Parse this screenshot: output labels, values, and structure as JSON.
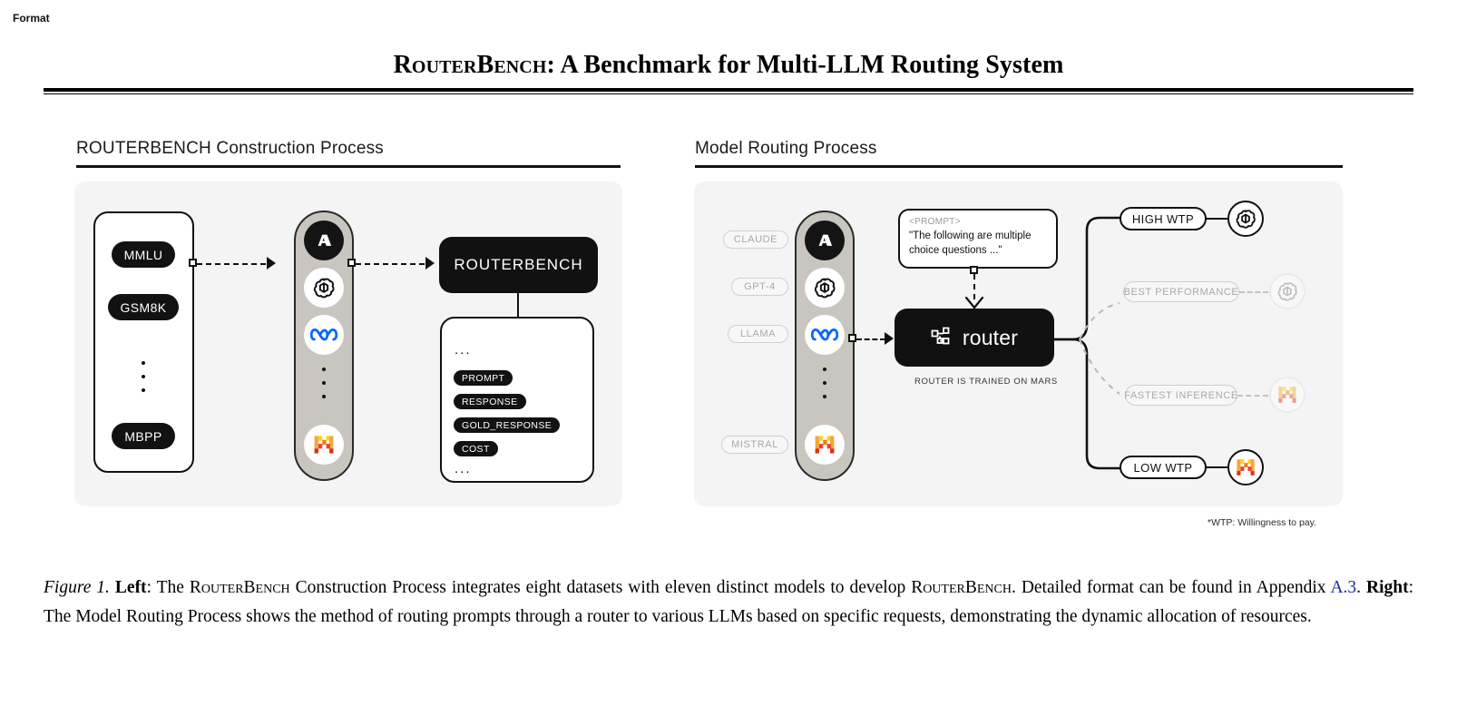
{
  "title": {
    "prefix": "RouterBench",
    "rest": ": A Benchmark for Multi-LLM Routing System"
  },
  "left_panel": {
    "heading": "ROUTERBENCH Construction Process",
    "datasets": [
      {
        "label": "MMLU"
      },
      {
        "label": "GSM8K"
      },
      {
        "label": "MBPP"
      }
    ],
    "dataset_ellipsis": "⋮",
    "models": [
      {
        "name": "anthropic-logo"
      },
      {
        "name": "openai-logo"
      },
      {
        "name": "meta-logo"
      },
      {
        "name": "mistral-logo"
      }
    ],
    "model_ellipsis": "⋮",
    "output_box_label": "ROUTERBENCH",
    "format_box": {
      "title": "Format",
      "top_ellipsis": "...",
      "fields": [
        "PROMPT",
        "RESPONSE",
        "GOLD_RESPONSE",
        "COST"
      ],
      "bottom_ellipsis": "..."
    }
  },
  "right_panel": {
    "heading": "Model Routing Process",
    "model_labels": [
      "CLAUDE",
      "GPT-4",
      "LLAMA",
      "MISTRAL"
    ],
    "model_ellipsis": "⋮",
    "prompt": {
      "tag": "<PROMPT>",
      "text": "\"The following are multiple choice questions ...\""
    },
    "router": {
      "label": "router",
      "icon": "network-nodes-icon",
      "caption": "ROUTER IS TRAINED ON MARS"
    },
    "branches": [
      {
        "label": "HIGH WTP",
        "state": "active",
        "target": "openai-logo"
      },
      {
        "label": "BEST PERFORMANCE",
        "state": "inactive",
        "target": "openai-logo"
      },
      {
        "label": "FASTEST INFERENCE",
        "state": "inactive",
        "target": "mistral-logo"
      },
      {
        "label": "LOW WTP",
        "state": "active",
        "target": "mistral-logo"
      }
    ],
    "footnote": "*WTP: Willingness to pay."
  },
  "caption": {
    "figure_label": "Figure 1.",
    "left_label": "Left",
    "left_text_a": ": The ",
    "left_sc": "RouterBench",
    "left_text_b": " Construction Process integrates eight datasets with eleven distinct models to develop ",
    "left_sc2": "RouterBench",
    "left_text_c": ". Detailed format can be found in Appendix ",
    "appendix_link": "A.3",
    "after_link": ". ",
    "right_label": "Right",
    "right_text": ": The Model Routing Process shows the method of routing prompts through a router to various LLMs based on specific requests, demonstrating the dynamic allocation of resources."
  },
  "colors": {
    "panel_bg": "#f4f4f4",
    "capsule": "#c9c5bf",
    "ink": "#111111",
    "muted": "#a9a9a9",
    "link": "#1a2ea0",
    "meta_blue": "#0866ff",
    "mistral_orange": "#f07f10"
  }
}
